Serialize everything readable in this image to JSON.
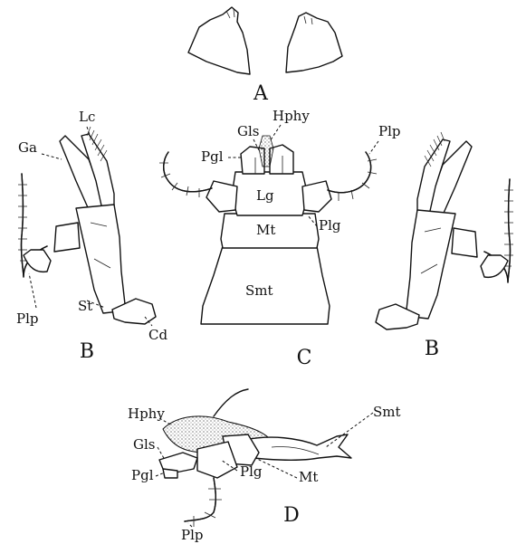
{
  "figure": {
    "panels": [
      "A",
      "B",
      "C",
      "B",
      "D"
    ],
    "labels": {
      "Ga": "Ga",
      "Lc": "Lc",
      "Plp": "Plp",
      "St": "St",
      "Cd": "Cd",
      "Gls": "Gls",
      "Hphy": "Hphy",
      "Pgl": "Pgl",
      "Lg": "Lg",
      "Mt": "Mt",
      "Plg": "Plg",
      "Smt": "Smt"
    }
  }
}
